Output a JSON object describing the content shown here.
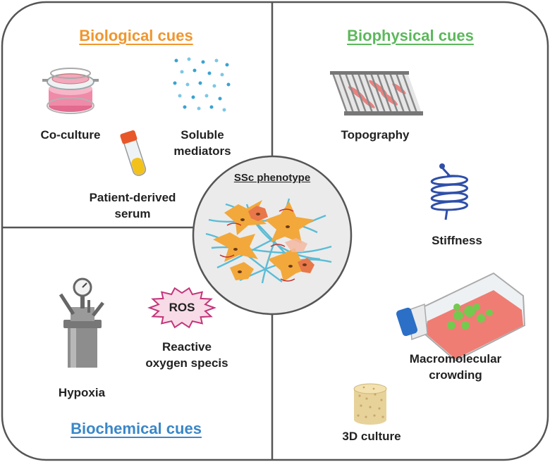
{
  "quadrants": {
    "biological": {
      "title": "Biological cues",
      "color": "#f0962e",
      "items": {
        "co_culture": "Co-culture",
        "soluble_mediators": "Soluble\nmediators",
        "patient_serum": "Patient-derived\nserum"
      }
    },
    "biophysical": {
      "title": "Biophysical cues",
      "color": "#5cb85c",
      "items": {
        "topography": "Topography",
        "stiffness": "Stiffness",
        "macromolecular_crowding": "Macromolecular\ncrowding",
        "culture_3d": "3D culture"
      }
    },
    "biochemical": {
      "title": "Biochemical cues",
      "color": "#3a87c8",
      "items": {
        "hypoxia": "Hypoxia",
        "ros_badge": "ROS",
        "reactive_oxygen": "Reactive\noxygen specis"
      }
    }
  },
  "center": {
    "title": "SSc phenotype"
  }
}
